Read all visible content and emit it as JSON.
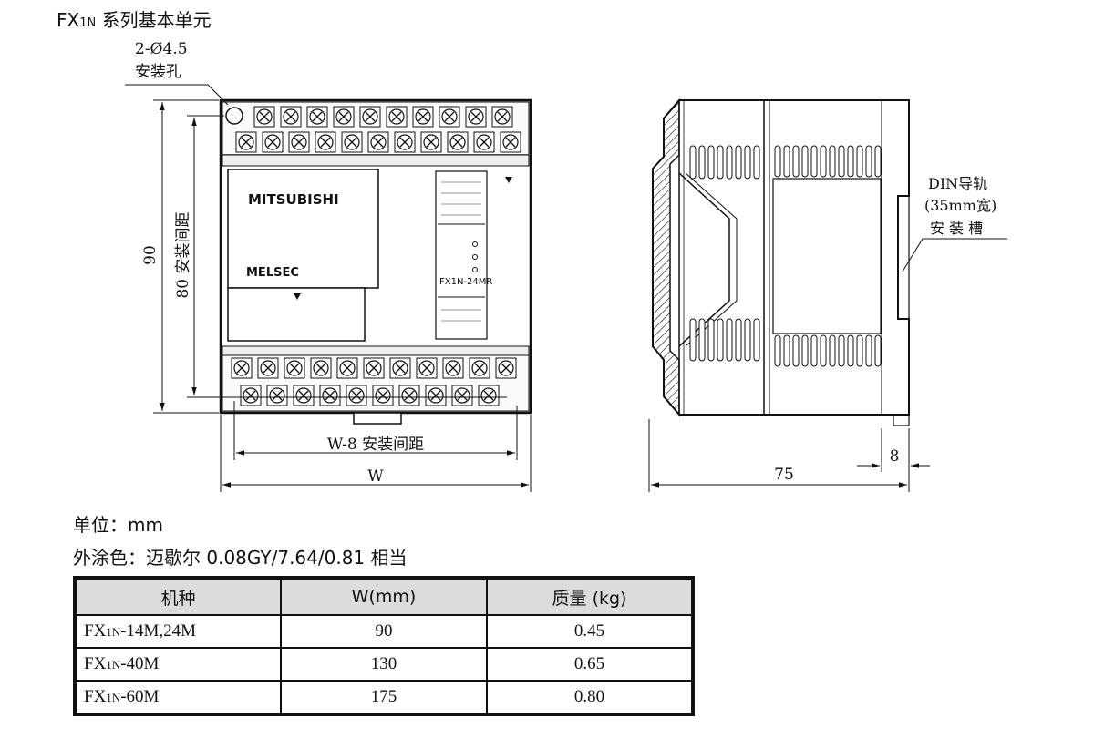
{
  "title": {
    "prefix": "FX",
    "sub": "1N",
    "rest": " 系列基本单元"
  },
  "annotations": {
    "hole_spec": "2-Ø4.5",
    "hole_label": "安装孔",
    "dim_90": "90",
    "dim_80": "80 安装间距",
    "dim_w8": "W-8 安装间距",
    "dim_w": "W",
    "dim_75": "75",
    "dim_8": "8",
    "din_line1": "DIN导轨",
    "din_line2": "(35mm宽)",
    "din_line3": "安 装 槽"
  },
  "device": {
    "brand": "MITSUBISHI",
    "series": "MELSEC",
    "model": "FX1N-24MR"
  },
  "notes": {
    "unit": "单位：mm",
    "color": "外涂色：迈歇尔 0.08GY/7.64/0.81 相当"
  },
  "table": {
    "headers": [
      "机种",
      "W(mm)",
      "质量 (kg)"
    ],
    "rows": [
      {
        "model_prefix": "FX",
        "model_sub": "1N",
        "model_rest": "-14M,24M",
        "w": "90",
        "mass": "0.45"
      },
      {
        "model_prefix": "FX",
        "model_sub": "1N",
        "model_rest": "-40M",
        "w": "130",
        "mass": "0.65"
      },
      {
        "model_prefix": "FX",
        "model_sub": "1N",
        "model_rest": "-60M",
        "w": "175",
        "mass": "0.80"
      }
    ]
  }
}
